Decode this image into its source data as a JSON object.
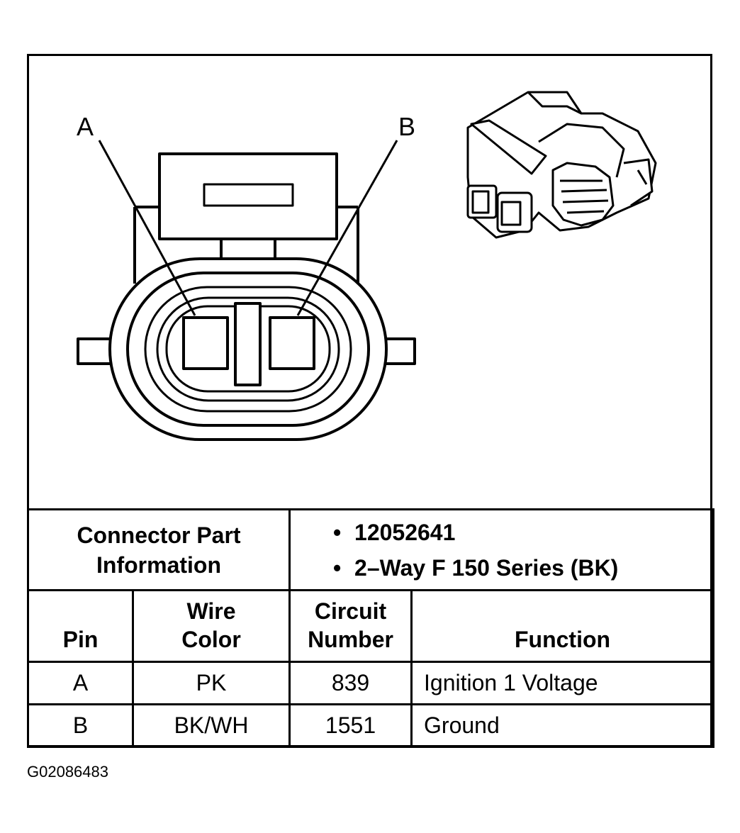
{
  "diagram": {
    "pin_labels": [
      "A",
      "B"
    ]
  },
  "part_info": {
    "label_line1": "Connector Part",
    "label_line2": "Information",
    "bullets": [
      "12052641",
      "2–Way F 150 Series (BK)"
    ]
  },
  "pin_table": {
    "headers": {
      "pin": "Pin",
      "wire_color_line1": "Wire",
      "wire_color_line2": "Color",
      "circuit_line1": "Circuit",
      "circuit_line2": "Number",
      "function": "Function"
    },
    "rows": [
      {
        "pin": "A",
        "wire_color": "PK",
        "circuit": "839",
        "function": "Ignition 1 Voltage"
      },
      {
        "pin": "B",
        "wire_color": "BK/WH",
        "circuit": "1551",
        "function": "Ground"
      }
    ]
  },
  "figure_id": "G02086483"
}
